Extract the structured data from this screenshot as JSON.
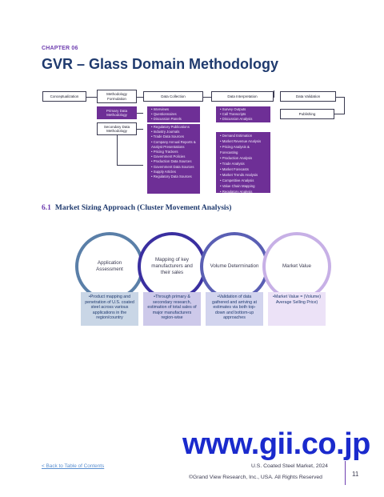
{
  "header": {
    "chapter": "CHAPTER 06",
    "title": "GVR – Glass Domain Methodology"
  },
  "flow": {
    "stages": [
      "Conceptualization",
      "Methodology Formulation",
      "Data Collection",
      "Data Interpretation",
      "Data Validation"
    ],
    "methodology_sub": [
      "Primary Data Methodology",
      "Secondary Data Methodology"
    ],
    "data_collection_top": [
      "Interviews",
      "Questionnaires",
      "Discussion Panels"
    ],
    "data_collection_list": [
      "Regulatory Publications",
      "Industry Journals",
      "Trade Data Sources",
      "Company Annual Reports & Analyst Presentations",
      "Pricing Trackers",
      "Government Policies",
      "Production Data Sources",
      "Government Data Sources",
      "Supply Articles",
      "Regulatory Data Sources"
    ],
    "interpretation_top": [
      "Survey Outputs",
      "Call Transcripts",
      "Discussion Analysis"
    ],
    "interpretation_list": [
      "Demand Estimation",
      "Market Revenue Analysis",
      "Pricing Analysis & Forecasting",
      "Production Analysis",
      "Trade Analysis",
      "Market Forecasts",
      "Market Trends Analysis",
      "Competitive Analysis",
      "Value Chain Mapping",
      "Regulatory Analysis"
    ],
    "validation_sub": "Publishing"
  },
  "section": {
    "number": "6.1",
    "title": "Market Sizing Approach (Cluster Movement Analysis)"
  },
  "steps": [
    {
      "label": "Application Assessment",
      "desc": "Product mapping and penetration of U.S. coated steel across various applications in the region/country",
      "color": "#5a7fa8",
      "desc_bg": "#c9d6e6"
    },
    {
      "label": "Mapping of key manufacturers and their sales",
      "desc": "Through primary & secondary research, estimation of total sales of major manufacturers region-wise",
      "color": "#3a2fa0",
      "desc_bg": "#cdc9ea"
    },
    {
      "label": "Volume Determination",
      "desc": "Validation of data gathered and arriving at estimates via both top-down and bottom-up approaches",
      "color": "#5a5fb4",
      "desc_bg": "#d2d4ee"
    },
    {
      "label": "Market Value",
      "desc": "Market Value = (Volume) Average Selling Price)",
      "color": "#c7b0e6",
      "desc_bg": "#ece2f7"
    }
  ],
  "footer": {
    "watermark": "www.gii.co.jp",
    "back_link": "< Back to Table of Contents",
    "report": "U.S. Coated Steel Market, 2024",
    "page": "11",
    "copyright": "©Grand View Research, Inc., USA. All Rights Reserved"
  }
}
